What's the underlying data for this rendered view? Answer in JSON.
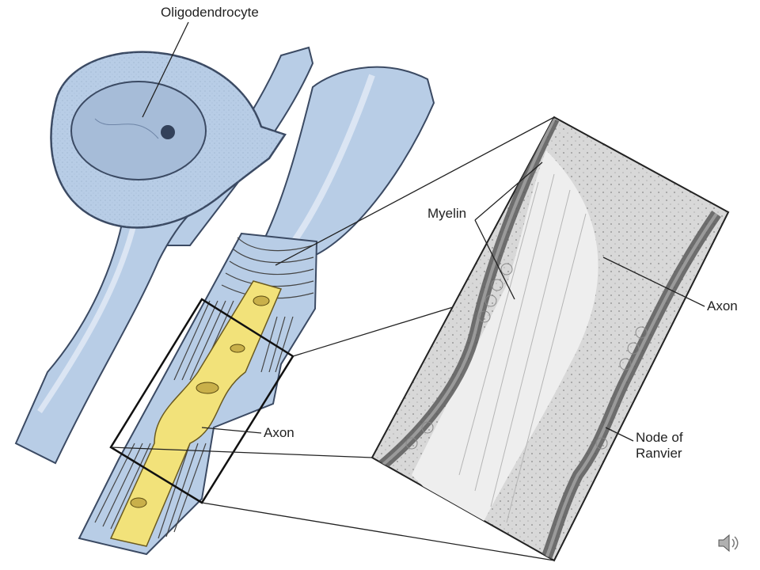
{
  "labels": {
    "oligodendrocyte": "Oligodendrocyte",
    "myelin": "Myelin",
    "axon_micrograph": "Axon",
    "axon_illustration": "Axon",
    "node_line1": "Node of",
    "node_line2": "Ranvier"
  },
  "colors": {
    "glia_fill": "#b8cde6",
    "glia_stroke": "#3b4a63",
    "axon_fill": "#f2e27a",
    "myelin_stroke": "#444444",
    "micrograph_bg": "#dcdcdc",
    "micrograph_dark": "#5a5a5a"
  },
  "icons": {
    "audio": "speaker-icon"
  }
}
